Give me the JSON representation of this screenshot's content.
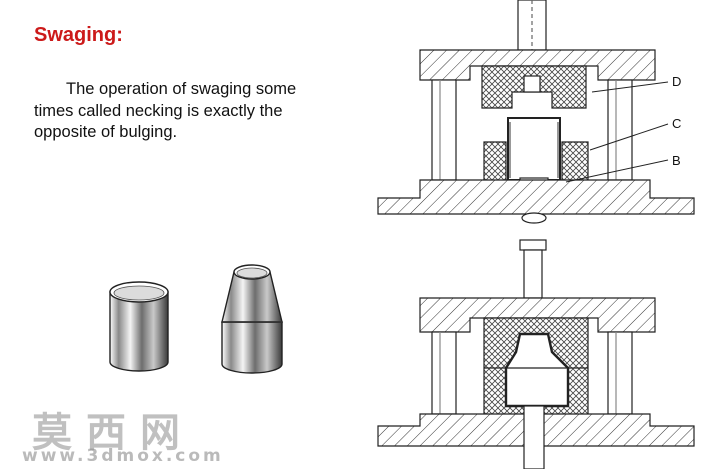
{
  "slide": {
    "title": "Swaging:",
    "paragraph_lines": [
      "The operation of swaging some",
      "times called necking is exactly the",
      "opposite of bulging."
    ]
  },
  "diagram": {
    "labels": {
      "d": "D",
      "c": "C",
      "b": "B"
    }
  },
  "watermark": {
    "text": "莫西网",
    "url": "www.3dmox.com"
  },
  "colors": {
    "title": "#cc1a1a",
    "ink": "#222222"
  }
}
